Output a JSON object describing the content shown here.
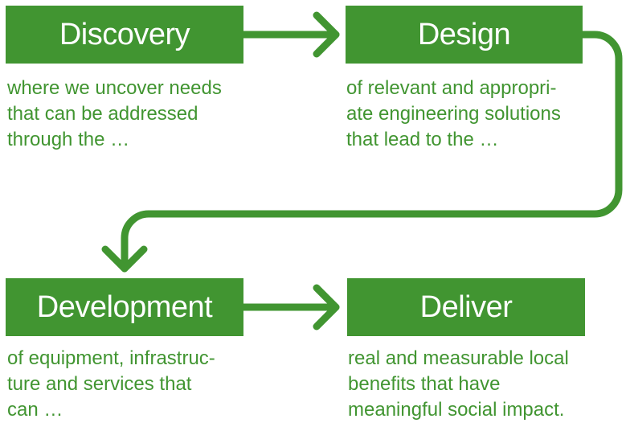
{
  "theme": {
    "accent": "#419531",
    "text_on_accent": "#ffffff"
  },
  "steps": [
    {
      "title": "Discovery",
      "description": "where we uncover needs\nthat can be addressed\nthrough the …"
    },
    {
      "title": "Design",
      "description": "of relevant and appropri-\nate engineering solutions\nthat lead to the …"
    },
    {
      "title": "Development",
      "description": "of equipment, infrastruc-\nture and services that\ncan …"
    },
    {
      "title": "Deliver",
      "description": "real and measurable local\nbenefits that have\nmeaningful social impact."
    }
  ],
  "connectors": [
    {
      "from": "Discovery",
      "to": "Design"
    },
    {
      "from": "Design",
      "to": "Development"
    },
    {
      "from": "Development",
      "to": "Deliver"
    }
  ]
}
